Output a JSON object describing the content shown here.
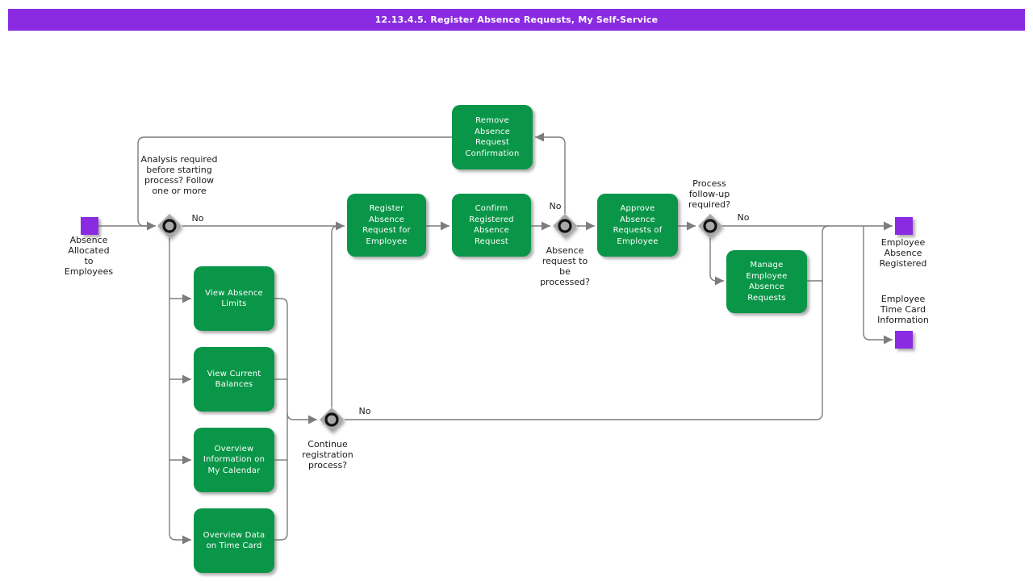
{
  "title_bar": {
    "title": "12.13.4.5. Register Absence Requests, My Self-Service"
  },
  "events": {
    "start": {
      "label": "Absence\nAllocated\nto\nEmployees"
    },
    "end_absence_registered": {
      "label": "Employee\nAbsence\nRegistered"
    },
    "end_time_card": {
      "label": "Employee\nTime Card\nInformation"
    }
  },
  "tasks": {
    "remove_absence_request_confirmation": {
      "label": "Remove\nAbsence\nRequest\nConfirmation"
    },
    "register_absence_request": {
      "label": "Register\nAbsence\nRequest for\nEmployee"
    },
    "confirm_registered_absence_request": {
      "label": "Confirm\nRegistered\nAbsence\nRequest"
    },
    "approve_absence_requests": {
      "label": "Approve\nAbsence\nRequests of\nEmployee"
    },
    "manage_employee_absence_requests": {
      "label": "Manage\nEmployee\nAbsence\nRequests"
    },
    "view_absence_limits": {
      "label": "View Absence\nLimits"
    },
    "view_current_balances": {
      "label": "View Current\nBalances"
    },
    "overview_information_calendar": {
      "label": "Overview\nInformation on\nMy Calendar"
    },
    "overview_data_time_card": {
      "label": "Overview Data\non Time Card"
    }
  },
  "gateways": {
    "analysis_required": {
      "question": "Analysis required\nbefore starting\nprocess? Follow\none or more",
      "no_label": "No"
    },
    "absence_request_processed": {
      "question": "Absence\nrequest to\nbe\nprocessed?",
      "no_label": "No"
    },
    "process_follow_up": {
      "question": "Process\nfollow-up\nrequired?",
      "no_label": "No"
    },
    "continue_registration": {
      "question": "Continue\nregistration\nprocess?",
      "no_label": "No"
    }
  },
  "colors": {
    "accent_purple": "#8a2be2",
    "task_green": "#0a9648",
    "line_gray": "#7d7d7d",
    "gateway_gray": "#a8a8a8",
    "text_dark": "#1b1b1b"
  }
}
